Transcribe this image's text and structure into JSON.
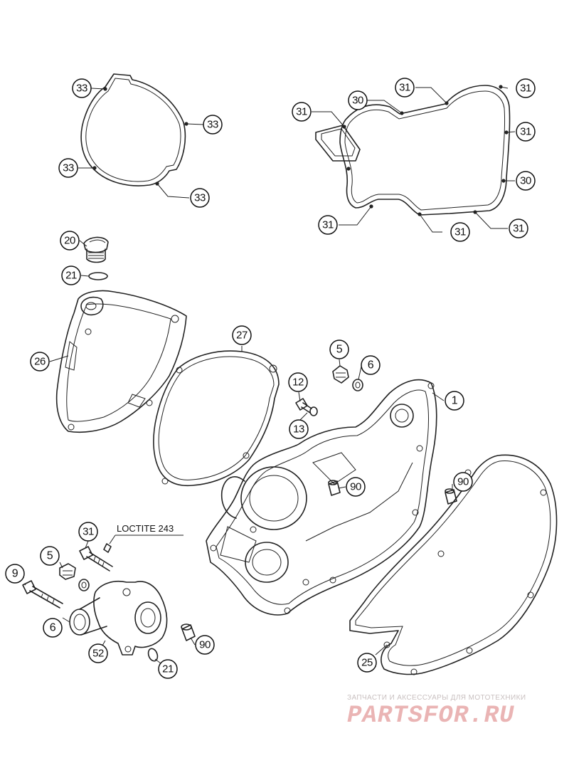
{
  "callouts": {
    "c33a": "33",
    "c33b": "33",
    "c33c": "33",
    "c33d": "33",
    "c31a": "31",
    "c31b": "31",
    "c31c": "31",
    "c31d": "31",
    "c31e": "31",
    "c31f": "31",
    "c31g": "31",
    "c30a": "30",
    "c30b": "30",
    "c20": "20",
    "c21a": "21",
    "c26": "26",
    "c27": "27",
    "c5a": "5",
    "c6a": "6",
    "c12": "12",
    "c13": "13",
    "c1": "1",
    "c90a": "90",
    "c90b": "90",
    "c90c": "90",
    "c31h": "31",
    "c5b": "5",
    "c9": "9",
    "c6b": "6",
    "c52": "52",
    "c21b": "21",
    "c25": "25"
  },
  "note": {
    "loctite": "LOCTITE 243"
  },
  "watermark": {
    "tagline": "ЗАПЧАСТИ И АКСЕССУАРЫ ДЛЯ МОТОТЕХНИКИ",
    "logo": "PARTSFOR.RU"
  }
}
